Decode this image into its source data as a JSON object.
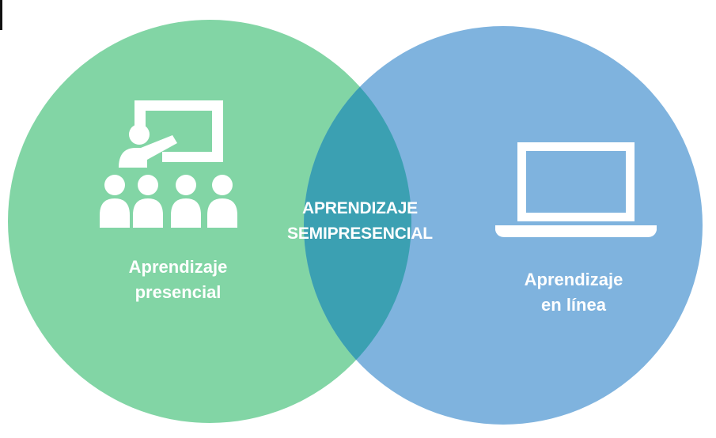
{
  "diagram": {
    "left": {
      "line1": "Aprendizaje",
      "line2": "presencial",
      "icon": "classroom-teacher-icon",
      "color": "#82D5A5"
    },
    "right": {
      "line1": "Aprendizaje",
      "line2": "en línea",
      "icon": "laptop-icon",
      "color": "#7FB3DE"
    },
    "overlap": {
      "line1": "APRENDIZAJE",
      "line2": "SEMIPRESENCIAL",
      "color": "#3BA0B2"
    }
  }
}
